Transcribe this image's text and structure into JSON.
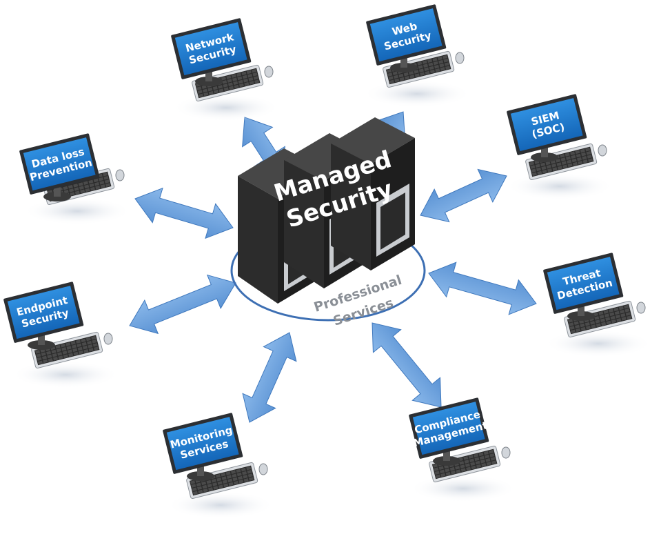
{
  "hub": {
    "title_line1": "Managed",
    "title_line2": "Security",
    "ring_line1": "Professional",
    "ring_line2": "Services"
  },
  "nodes": [
    {
      "id": "network-security",
      "line1": "Network",
      "line2": "Security"
    },
    {
      "id": "web-security",
      "line1": "Web",
      "line2": "Security"
    },
    {
      "id": "siem-soc",
      "line1": "SIEM",
      "line2": "(SOC)"
    },
    {
      "id": "threat-detection",
      "line1": "Threat",
      "line2": "Detection"
    },
    {
      "id": "compliance-management",
      "line1": "Compliance",
      "line2": "Management"
    },
    {
      "id": "monitoring-services",
      "line1": "Monitoring",
      "line2": "Services"
    },
    {
      "id": "endpoint-security",
      "line1": "Endpoint",
      "line2": "Security"
    },
    {
      "id": "data-loss-prevention",
      "line1": "Data loss",
      "line2": "Prevention"
    }
  ],
  "colors": {
    "screen": "#1d7bd0",
    "screen_border": "#2b3a4a",
    "arrow": "#6ea3de",
    "arrow_edge": "#3f78bd",
    "server": "#2a2a2a",
    "ring": "#3d6fb3",
    "keyboard": "#dcdfe3"
  }
}
